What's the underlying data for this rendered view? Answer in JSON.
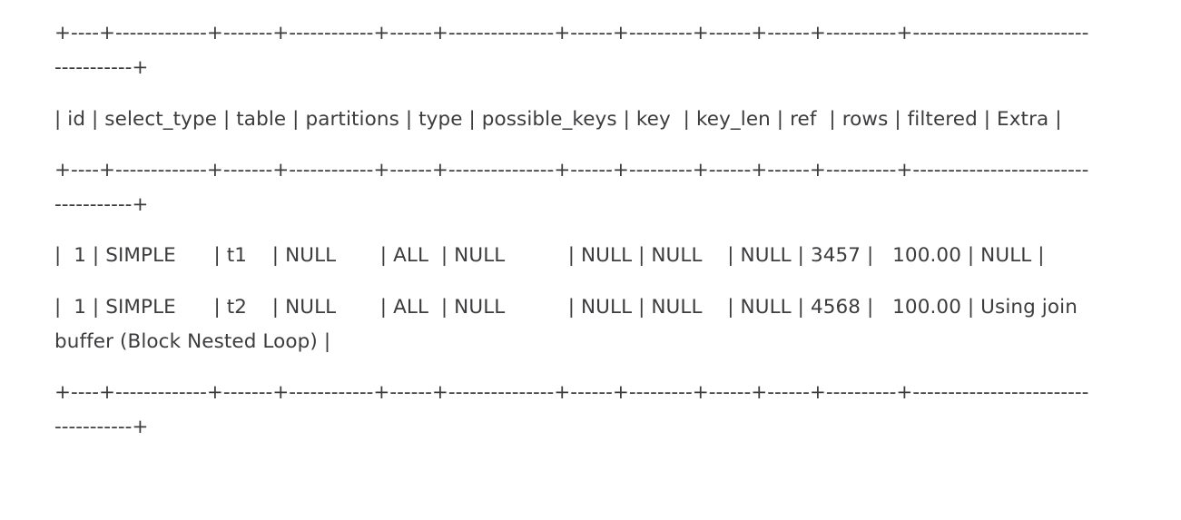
{
  "document": {
    "kind": "mysql-explain-output",
    "text_color": "#3c3c3e",
    "background_color": "#ffffff"
  },
  "explain": {
    "separator": "+----+-------------+-------+------------+------+---------------+------+---------+------+------+----------+------------------------------------+",
    "header": "| id | select_type | table | partitions | type | possible_keys | key  | key_len | ref  | rows | filtered | Extra |",
    "columns": [
      "id",
      "select_type",
      "table",
      "partitions",
      "type",
      "possible_keys",
      "key",
      "key_len",
      "ref",
      "rows",
      "filtered",
      "Extra"
    ],
    "rows": [
      {
        "raw": "|  1 | SIMPLE      | t1    | NULL       | ALL  | NULL          | NULL | NULL    | NULL | 3457 |   100.00 | NULL |",
        "id": "1",
        "select_type": "SIMPLE",
        "table": "t1",
        "partitions": "NULL",
        "type": "ALL",
        "possible_keys": "NULL",
        "key": "NULL",
        "key_len": "NULL",
        "ref": "NULL",
        "rows": "3457",
        "filtered": "100.00",
        "extra": "NULL"
      },
      {
        "raw": "|  1 | SIMPLE      | t2    | NULL       | ALL  | NULL          | NULL | NULL    | NULL | 4568 |   100.00 | Using join buffer (Block Nested Loop) |",
        "id": "1",
        "select_type": "SIMPLE",
        "table": "t2",
        "partitions": "NULL",
        "type": "ALL",
        "possible_keys": "NULL",
        "key": "NULL",
        "key_len": "NULL",
        "ref": "NULL",
        "rows": "4568",
        "filtered": "100.00",
        "extra": "Using join buffer (Block Nested Loop)"
      }
    ]
  }
}
